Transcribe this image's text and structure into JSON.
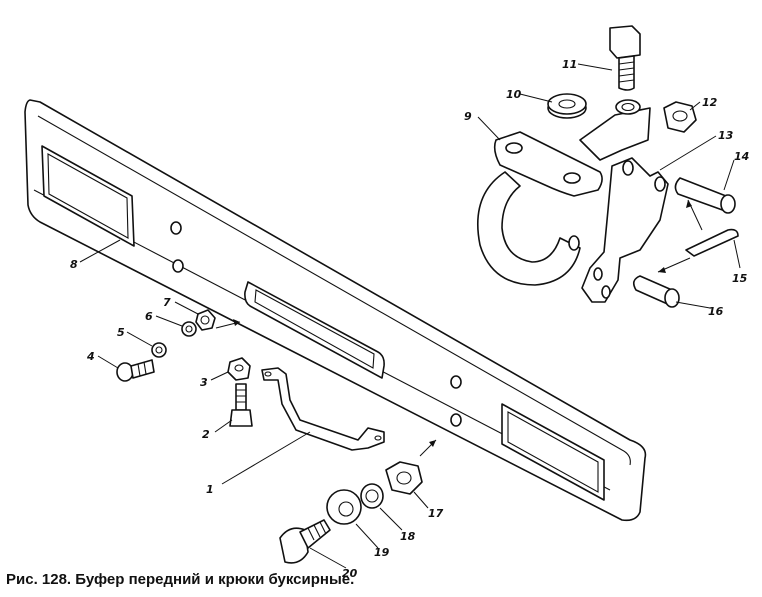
{
  "caption": "Рис. 128. Буфер передний и крюки буксирные.",
  "labels": {
    "l1": "1",
    "l2": "2",
    "l3": "3",
    "l4": "4",
    "l5": "5",
    "l6": "6",
    "l7": "7",
    "l8": "8",
    "l9": "9",
    "l10": "10",
    "l11": "11",
    "l12": "12",
    "l13": "13",
    "l14": "14",
    "l15": "15",
    "l16": "16",
    "l17": "17",
    "l18": "18",
    "l19": "19",
    "l20": "20"
  }
}
